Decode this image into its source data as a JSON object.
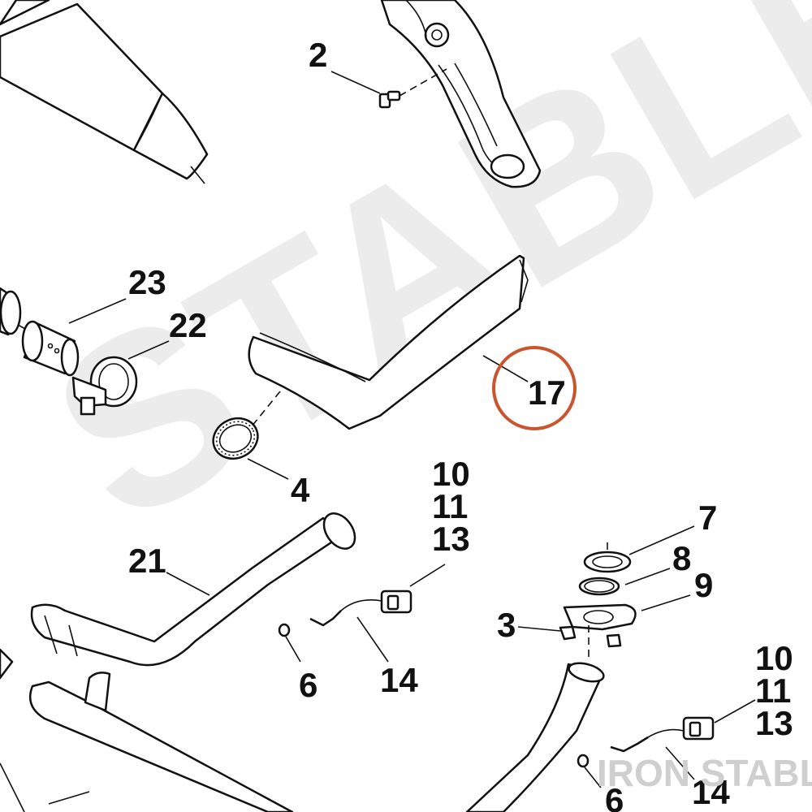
{
  "watermark": {
    "background_text": "STABLE",
    "brand_text": "IRON STABLE"
  },
  "highlight_color": "#c9542d",
  "callouts": {
    "c2": "2",
    "c23": "23",
    "c22": "22",
    "c17": "17",
    "c4": "4",
    "c10a": "10",
    "c11a": "11",
    "c13a": "13",
    "c21": "21",
    "c14a": "14",
    "c6a": "6",
    "c7": "7",
    "c8": "8",
    "c9": "9",
    "c3": "3",
    "c10b": "10",
    "c11b": "11",
    "c13b": "13",
    "c14b": "14",
    "c6b": "6"
  }
}
